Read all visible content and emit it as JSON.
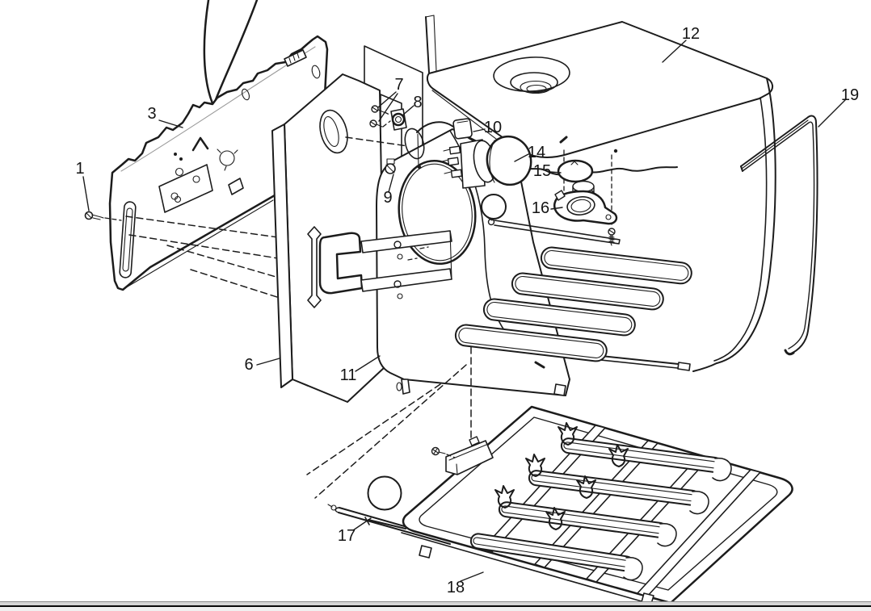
{
  "diagram": {
    "kind": "exploded-parts-diagram",
    "subject": "oven cavity assembly exploded view",
    "background": "#ffffff",
    "line_color": "#1c1c1c",
    "marker_color": "#bf00f2",
    "callouts": [
      {
        "label": "1"
      },
      {
        "label": "3"
      },
      {
        "label": "6"
      },
      {
        "label": "7"
      },
      {
        "label": "8"
      },
      {
        "label": "9"
      },
      {
        "label": "10"
      },
      {
        "label": "11"
      },
      {
        "label": "12"
      },
      {
        "label": "14"
      },
      {
        "label": "15"
      },
      {
        "label": "16"
      },
      {
        "label": "17"
      },
      {
        "label": "18"
      },
      {
        "label": "19"
      }
    ],
    "markers": [
      {
        "id": "marker-1"
      },
      {
        "id": "marker-2"
      }
    ],
    "statusbar": {
      "band_color": "#d5d5d5",
      "line_color": "#0a0a0a",
      "lower_color": "#f0f0f0"
    }
  }
}
